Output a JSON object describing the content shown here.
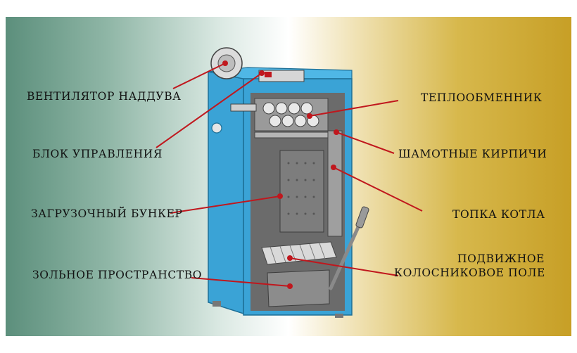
{
  "labels": {
    "fan": "ВЕНТИЛЯТОР НАДДУВА",
    "control": "БЛОК УПРАВЛЕНИЯ",
    "hopper": "ЗАГРУЗОЧНЫЙ БУНКЕР",
    "ash": "ЗОЛЬНОЕ ПРОСТРАНСТВО",
    "heat_exchanger": "ТЕПЛООБМЕННИК",
    "bricks": "ШАМОТНЫЕ КИРПИЧИ",
    "furnace": "ТОПКА КОТЛА",
    "grate_line1": "ПОДВИЖНОЕ",
    "grate_line2": "КОЛОСНИКОВОЕ ПОЛЕ"
  },
  "colors": {
    "leader": "#c0171d",
    "boiler_blue": "#3aa3d6",
    "boiler_gray": "#8a8a8a"
  }
}
